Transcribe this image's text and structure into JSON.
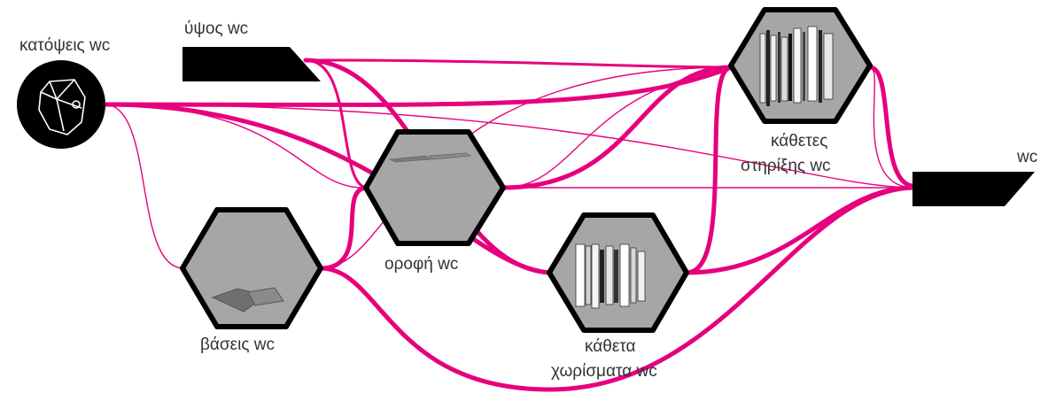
{
  "colors": {
    "wire": "#e6007e",
    "hex_fill": "#a6a6a6",
    "hex_stroke": "#000000",
    "param_fill": "#000000",
    "icon_stroke": "#ffffff"
  },
  "nodes": {
    "katopseis": {
      "label": "κατόψεις wc",
      "icon": "polygon-outline-icon"
    },
    "ypsos": {
      "label": "ύψος wc"
    },
    "vaseis": {
      "label": "βάσεις wc",
      "preview": "floor-slabs-preview"
    },
    "orofi": {
      "label": "οροφή wc",
      "preview": "ceiling-slabs-preview"
    },
    "kathetes": {
      "line1": "κάθετες",
      "line2": "στηρίξης wc",
      "preview": "vertical-supports-preview"
    },
    "kathetes_xorismata": {
      "line1": "κάθετα",
      "line2": "χωρίσματα wc",
      "preview": "vertical-partitions-preview"
    },
    "output": {
      "label": "wc"
    }
  }
}
